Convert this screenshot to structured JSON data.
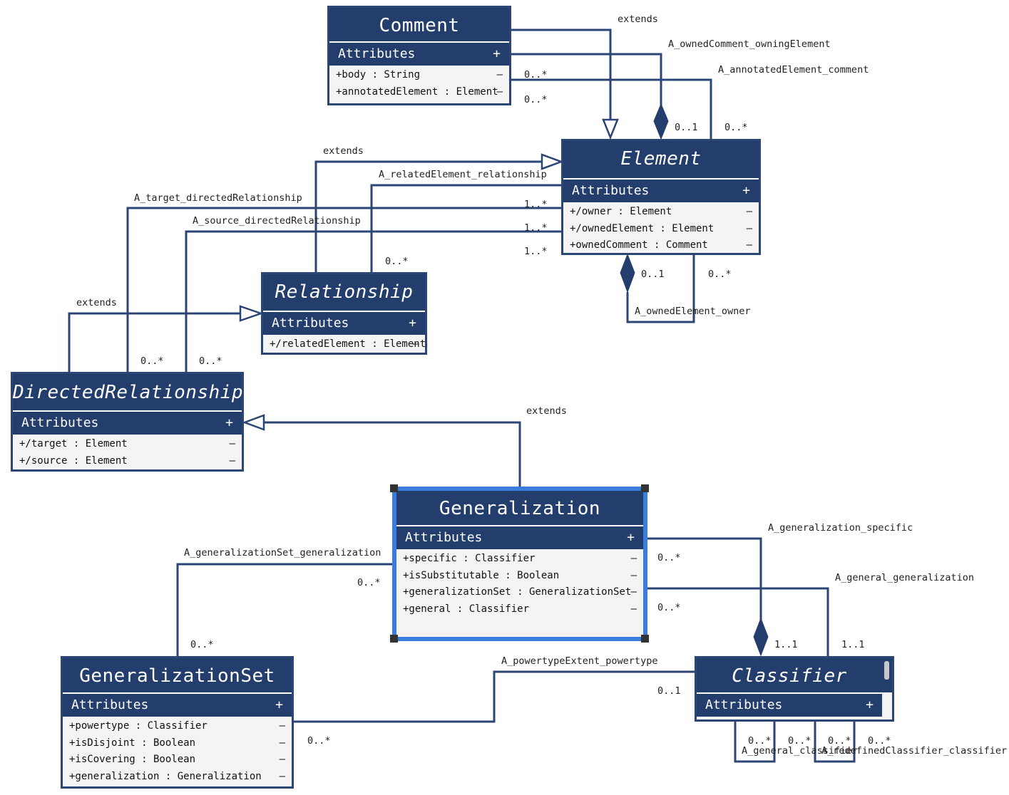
{
  "classes": {
    "comment": {
      "name": "Comment",
      "attrs_label": "Attributes",
      "attributes": [
        "+body : String",
        "+annotatedElement : Element"
      ]
    },
    "element": {
      "name": "Element",
      "attrs_label": "Attributes",
      "attributes": [
        "+/owner : Element",
        "+/ownedElement : Element",
        "+ownedComment : Comment"
      ]
    },
    "relationship": {
      "name": "Relationship",
      "attrs_label": "Attributes",
      "attributes": [
        "+/relatedElement : Element"
      ]
    },
    "directed_relationship": {
      "name": "DirectedRelationship",
      "attrs_label": "Attributes",
      "attributes": [
        "+/target : Element",
        "+/source : Element"
      ]
    },
    "generalization": {
      "name": "Generalization",
      "attrs_label": "Attributes",
      "attributes": [
        "+specific : Classifier",
        "+isSubstitutable : Boolean",
        "+generalizationSet : GeneralizationSet",
        "+general : Classifier"
      ]
    },
    "generalization_set": {
      "name": "GeneralizationSet",
      "attrs_label": "Attributes",
      "attributes": [
        "+powertype : Classifier",
        "+isDisjoint : Boolean",
        "+isCovering : Boolean",
        "+generalization : Generalization"
      ]
    },
    "classifier": {
      "name": "Classifier",
      "attrs_label": "Attributes"
    }
  },
  "symbols": {
    "plus": "+",
    "minus": "–"
  },
  "labels": {
    "extends_comment": "extends",
    "a_ownedcomment": "A_ownedComment_owningElement",
    "a_annotated": "A_annotatedElement_comment",
    "m_comment_body_side": "0..*",
    "m_comment_annot_side": "0..*",
    "m_element_owning": "0..1",
    "m_element_annot": "0..*",
    "extends_relationship": "extends",
    "a_relatedelement": "A_relatedElement_relationship",
    "a_target": "A_target_directedRelationship",
    "a_source": "A_source_directedRelationship",
    "m_target_1": "1..*",
    "m_source_1": "1..*",
    "m_related_1": "1..*",
    "m_rel_0": "0..*",
    "m_owned_01": "0..1",
    "m_owned_0": "0..*",
    "a_ownedelement": "A_ownedElement_owner",
    "extends_directed": "extends",
    "m_dr_target": "0..*",
    "m_dr_source": "0..*",
    "extends_generalization": "extends",
    "a_gen_specific": "A_generalization_specific",
    "a_general_gen": "A_general_generalization",
    "m_gen_specific": "0..*",
    "m_gen_general": "0..*",
    "m_cls_specific": "1..1",
    "m_cls_general": "1..1",
    "a_genset_gen": "A_generalizationSet_generalization",
    "m_genset_gen": "0..*",
    "m_genset_set": "0..*",
    "a_powertype": "A_powertypeExtent_powertype",
    "m_powertype_01": "0..1",
    "m_powertype_0": "0..*",
    "m_cls_a": "0..*",
    "m_cls_b": "0..*",
    "m_cls_c": "0..*",
    "m_cls_d": "0..*",
    "a_general_classifier": "A_general_classifier",
    "a_redefined": "A_redefinedClassifier_classifier"
  }
}
